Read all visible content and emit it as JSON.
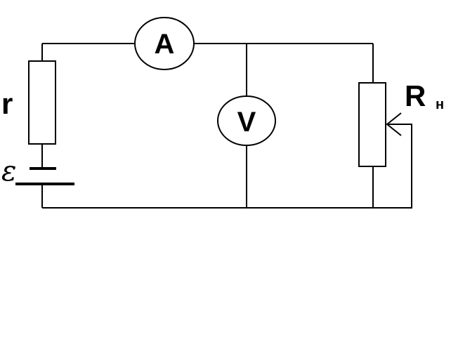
{
  "ammeter": {
    "symbol": "A"
  },
  "voltmeter": {
    "symbol": "V"
  },
  "internal_resistance": {
    "label": "r"
  },
  "emf": {
    "label": "ε"
  },
  "load_resistor": {
    "label": "R",
    "subscript": "н"
  },
  "colors": {
    "line": "#000000",
    "background": "#ffffff"
  }
}
